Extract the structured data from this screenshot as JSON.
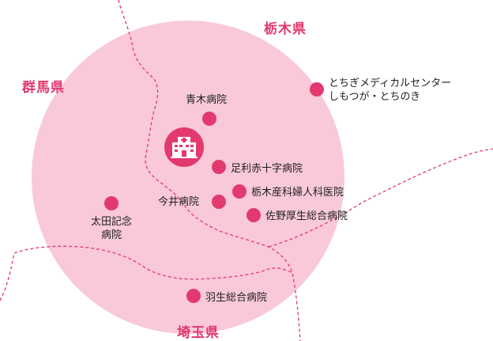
{
  "colors": {
    "circle": "#f9c9d9",
    "accent": "#e2396e",
    "border_line": "#e2396e",
    "text": "#1f1f1f"
  },
  "prefectures": {
    "tochigi": "栃木県",
    "gunma": "群馬県",
    "saitama": "埼玉県"
  },
  "center_icon": "hospital-building-icon",
  "hospitals": {
    "aoki": "青木病院",
    "ashikaga_red_cross": "足利赤十字病院",
    "tochigi_sanka": "栃木産科婦人科医院",
    "imai": "今井病院",
    "sano_kosei": "佐野厚生総合病院",
    "ota_kinen_line1": "太田記念",
    "ota_kinen_line2": "病院",
    "hanyu": "羽生総合病院",
    "shimotsuga_line1": "とちぎメディカルセンター",
    "shimotsuga_line2": "しもつが・とちのき"
  }
}
